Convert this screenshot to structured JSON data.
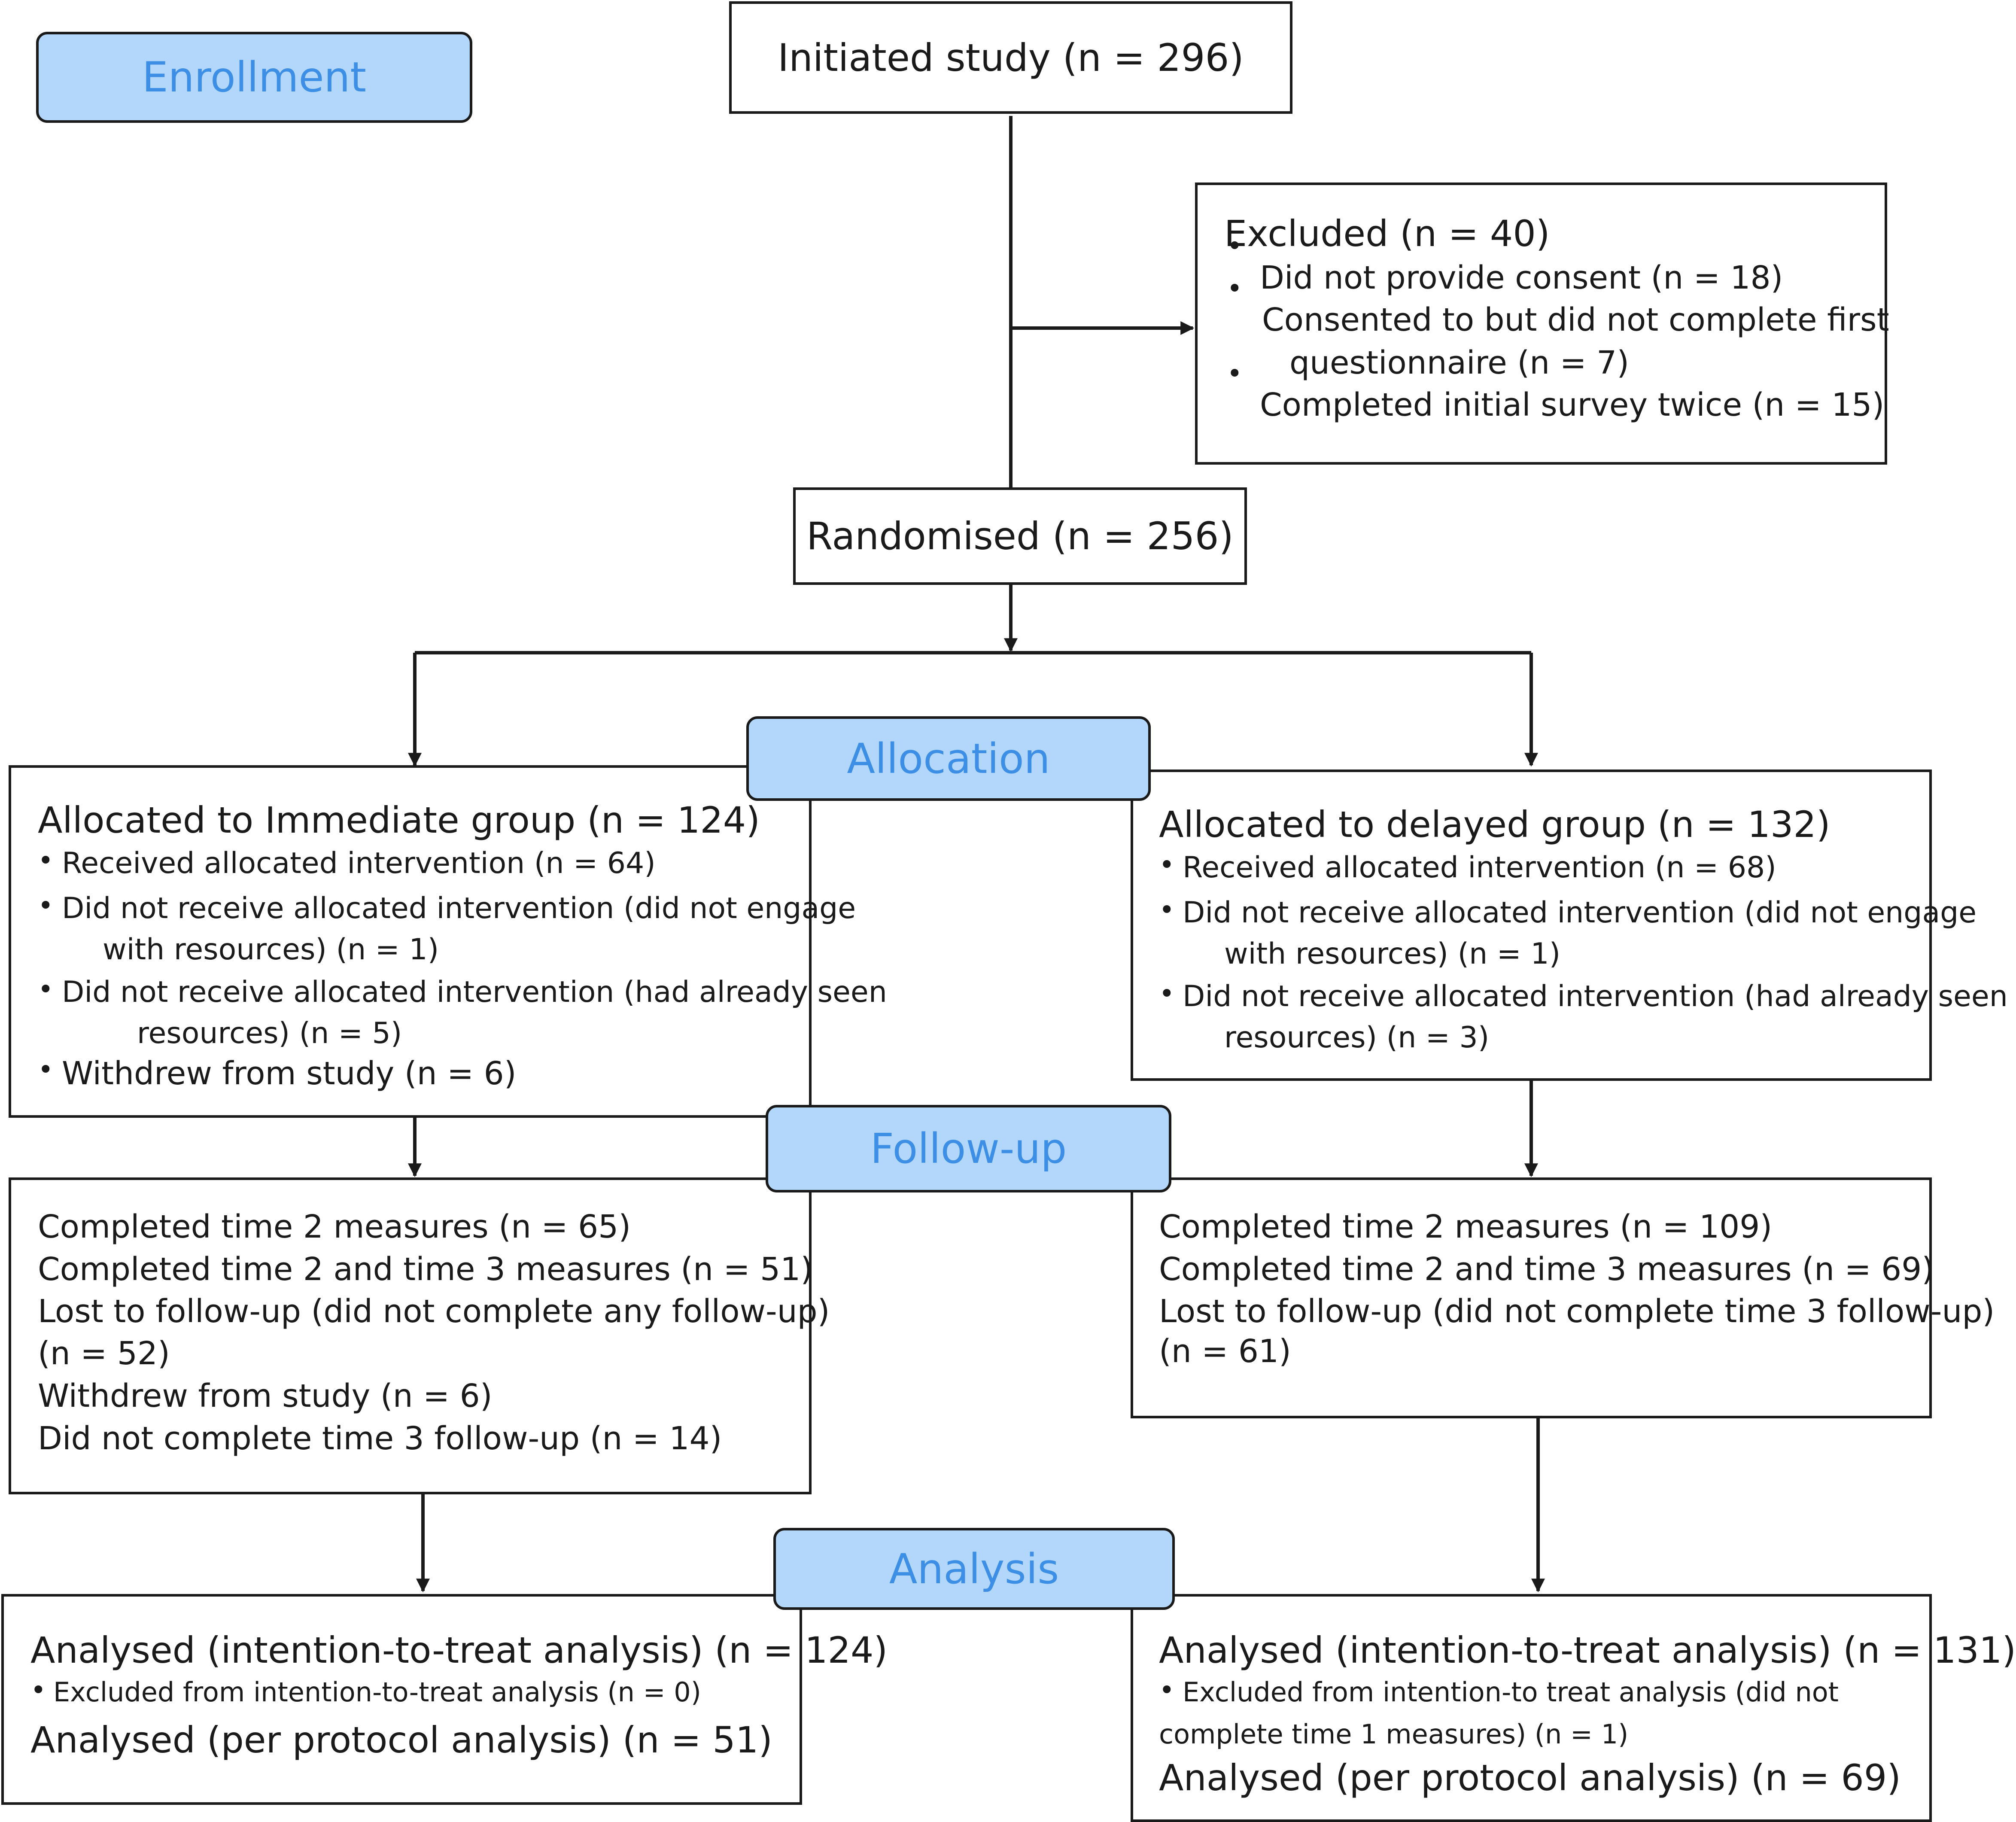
{
  "stages": {
    "enrollment": "Enrollment",
    "allocation": "Allocation",
    "follow_up": "Follow-up",
    "analysis": "Analysis"
  },
  "initiated": "Initiated study (n = 296)",
  "excluded": {
    "title": "Excluded (n = 40)",
    "items": [
      "Did not provide consent (n = 18)",
      "Consented to but did not complete first",
      "questionnaire (n = 7)",
      "Completed initial survey twice (n = 15)"
    ]
  },
  "randomised": "Randomised (n = 256)",
  "immediate": {
    "title": "Allocated to Immediate group (n = 124)",
    "items": [
      "Received allocated intervention (n = 64)",
      "Did not receive allocated intervention (did not engage",
      "with resources) (n = 1)",
      "Did not receive allocated intervention (had already seen",
      "resources) (n = 5)",
      "Withdrew from study (n = 6)"
    ],
    "follow_up": [
      "Completed time 2 measures (n = 65)",
      "Completed time 2 and time 3 measures (n = 51)",
      "Lost to follow-up (did not complete any follow-up)",
      "(n = 52)",
      "Withdrew from study (n = 6)",
      "Did not complete time 3 follow-up (n = 14)"
    ],
    "analysis": {
      "itt": "Analysed (intention-to-treat analysis) (n = 124)",
      "excluded": "Excluded from intention-to-treat analysis (n = 0)",
      "pp": "Analysed (per protocol analysis) (n = 51)"
    }
  },
  "delayed": {
    "title": "Allocated to delayed group (n = 132)",
    "items": [
      "Received allocated intervention (n =  68)",
      "Did not receive allocated intervention (did not engage",
      "with resources) (n = 1)",
      "Did not receive allocated intervention (had already seen",
      "resources) (n = 3)"
    ],
    "follow_up": [
      "Completed time 2 measures (n = 109)",
      "Completed time 2 and time 3 measures (n = 69)",
      "Lost to follow-up (did not complete time 3 follow-up)",
      "(n = 61)"
    ],
    "analysis": {
      "itt": "Analysed (intention-to-treat analysis) (n = 131)",
      "excluded": "Excluded from intention-to treat analysis (did not",
      "excluded_cont": "complete time 1 measures) (n = 1)",
      "pp": "Analysed (per protocol analysis) (n = 69)"
    }
  }
}
